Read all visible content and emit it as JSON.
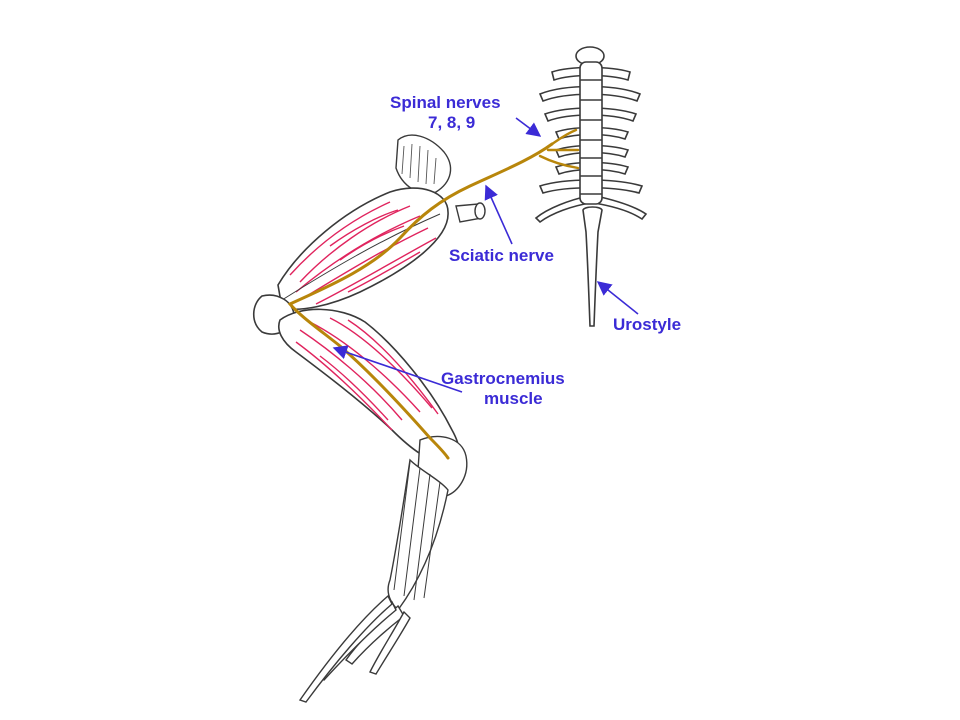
{
  "labels": {
    "spinal_nerves_line1": "Spinal nerves",
    "spinal_nerves_line2": "7, 8, 9",
    "sciatic_nerve": "Sciatic nerve",
    "urostyle": "Urostyle",
    "gastrocnemius_line1": "Gastrocnemius",
    "gastrocnemius_line2": "muscle"
  },
  "colors": {
    "label_text": "#3b2bd6",
    "arrow": "#3b2bd6",
    "nerve": "#b8860b",
    "muscle": "#e0245e",
    "outline": "#3a3a3a",
    "bone_fill": "#ffffff"
  }
}
